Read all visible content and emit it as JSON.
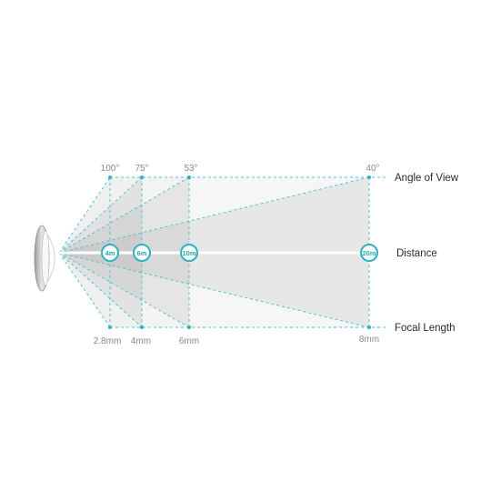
{
  "colors": {
    "accent": "#2fb2c2",
    "cone": "#9a9a9a",
    "guide": "#4fc3d1"
  },
  "angle_labels": [
    "100°",
    "75°",
    "53°",
    "40°"
  ],
  "focal_labels": [
    "2.8mm",
    "4mm",
    "6mm",
    "8mm"
  ],
  "distance_labels": [
    "4m",
    "6m",
    "10m",
    "20m"
  ],
  "row_labels": {
    "angle": "Angle of View",
    "distance": "Distance",
    "focal": "Focal Length"
  },
  "icons": {
    "camera": "camera-lens-icon"
  }
}
